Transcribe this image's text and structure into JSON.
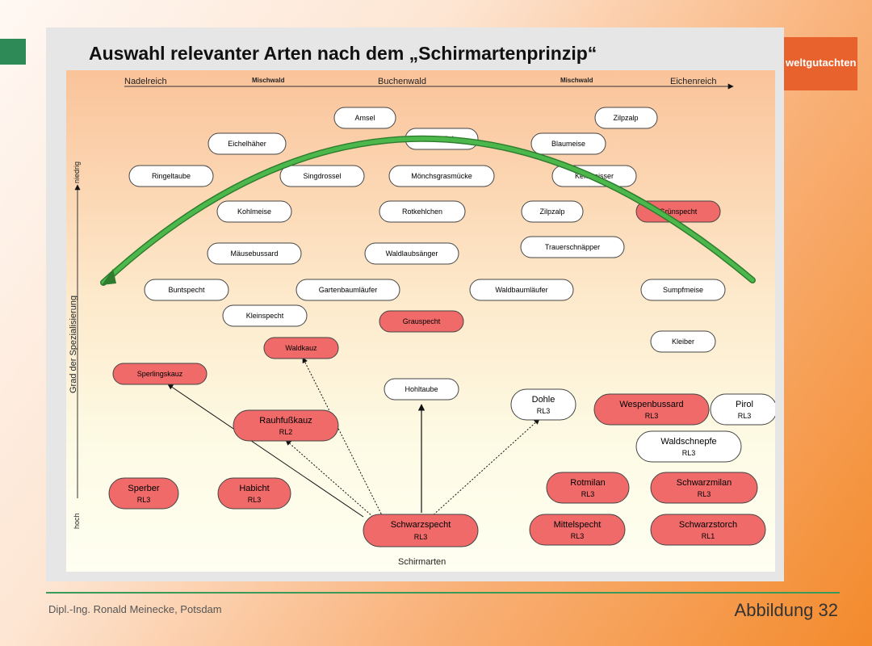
{
  "header": {
    "title": "Auswahl relevanter Arten nach dem „Schirmartenprinzip“",
    "brand_text": "weltgutachten"
  },
  "footer": {
    "author": "Dipl.-Ing. Ronald Meinecke, Potsdam",
    "figure": "Abbildung 32"
  },
  "diagram": {
    "forest_axis": [
      "Nadelreich",
      "Mischwald",
      "Buchenwald",
      "Mischwald",
      "Eichenreich"
    ],
    "y_axis_label": "Grad der Spezialisierung",
    "y_axis_low": "niedrig",
    "y_axis_high": "hoch",
    "bottom_label": "Schirmarten",
    "colors": {
      "highlight": "#f06a6a",
      "normal": "#ffffff",
      "arc": "#3fa63f",
      "border": "#444444"
    },
    "species": [
      {
        "name": "Amsel",
        "rl": ""
      },
      {
        "name": "Zilpzalp",
        "rl": ""
      },
      {
        "name": "Eichelhäher",
        "rl": ""
      },
      {
        "name": "Buchfink",
        "rl": ""
      },
      {
        "name": "Blaumeise",
        "rl": ""
      },
      {
        "name": "Ringeltaube",
        "rl": ""
      },
      {
        "name": "Singdrossel",
        "rl": ""
      },
      {
        "name": "Mönchsgrasmücke",
        "rl": ""
      },
      {
        "name": "Kernbeisser",
        "rl": ""
      },
      {
        "name": "Kohlmeise",
        "rl": ""
      },
      {
        "name": "Rotkehlchen",
        "rl": ""
      },
      {
        "name": "Zilpzalp",
        "rl": ""
      },
      {
        "name": "Grünspecht",
        "rl": ""
      },
      {
        "name": "Mäusebussard",
        "rl": ""
      },
      {
        "name": "Waldlaubsänger",
        "rl": ""
      },
      {
        "name": "Trauerschnäpper",
        "rl": ""
      },
      {
        "name": "Buntspecht",
        "rl": ""
      },
      {
        "name": "Gartenbaumläufer",
        "rl": ""
      },
      {
        "name": "Waldbaumläufer",
        "rl": ""
      },
      {
        "name": "Sumpfmeise",
        "rl": ""
      },
      {
        "name": "Kleinspecht",
        "rl": ""
      },
      {
        "name": "Grauspecht",
        "rl": ""
      },
      {
        "name": "Waldkauz",
        "rl": ""
      },
      {
        "name": "Kleiber",
        "rl": ""
      },
      {
        "name": "Sperlingskauz",
        "rl": ""
      },
      {
        "name": "Hohltaube",
        "rl": ""
      },
      {
        "name": "Dohle",
        "rl": "RL3"
      },
      {
        "name": "Wespenbussard",
        "rl": "RL3"
      },
      {
        "name": "Pirol",
        "rl": "RL3"
      },
      {
        "name": "Rauhfußkauz",
        "rl": "RL2"
      },
      {
        "name": "Waldschnepfe",
        "rl": "RL3"
      },
      {
        "name": "Sperber",
        "rl": "RL3"
      },
      {
        "name": "Habicht",
        "rl": "RL3"
      },
      {
        "name": "Rotmilan",
        "rl": "RL3"
      },
      {
        "name": "Schwarzmilan",
        "rl": "RL3"
      },
      {
        "name": "Schwarzspecht",
        "rl": "RL3"
      },
      {
        "name": "Mittelspecht",
        "rl": "RL3"
      },
      {
        "name": "Schwarzstorch",
        "rl": "RL1"
      }
    ]
  }
}
